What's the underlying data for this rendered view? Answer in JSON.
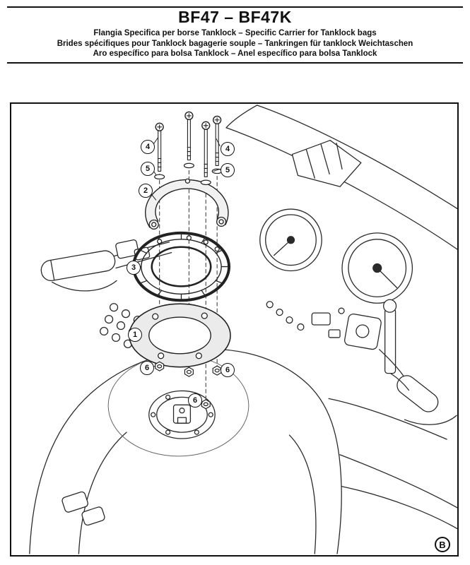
{
  "header": {
    "title": "BF47 – BF47K",
    "subtitle_it_en": "Flangia Specifica per borse Tanklock – Specific Carrier for Tanklock bags",
    "subtitle_fr_de": "Brides spécifiques pour Tanklock bagagerie souple – Tankringen für tanklock Weichtaschen",
    "subtitle_es_pt": "Aro específico para bolsa Tanklock – Anel específico para bolsa Tanklock"
  },
  "diagram": {
    "callouts": [
      {
        "label": "4"
      },
      {
        "label": "5"
      },
      {
        "label": "4"
      },
      {
        "label": "5"
      },
      {
        "label": "2"
      },
      {
        "label": "3"
      },
      {
        "label": "1"
      },
      {
        "label": "6"
      },
      {
        "label": "6"
      },
      {
        "label": "6"
      }
    ],
    "page_marker": "B"
  },
  "colors": {
    "ink": "#111111",
    "plate_fill": "#ebebeb"
  }
}
